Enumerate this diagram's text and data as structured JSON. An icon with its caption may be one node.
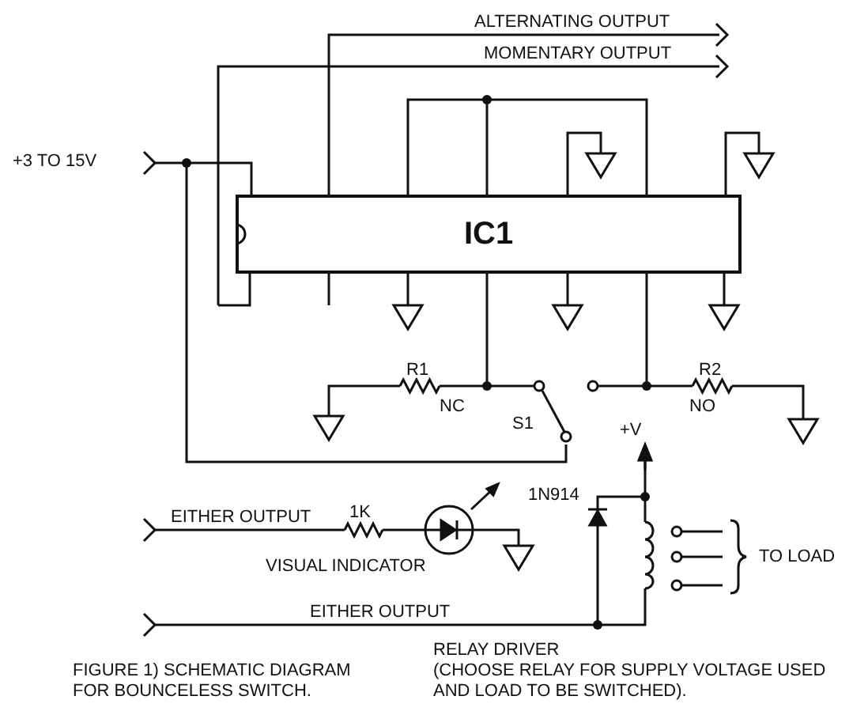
{
  "diagram": {
    "caption": "FIGURE 1) SCHEMATIC DIAGRAM FOR BOUNCELESS SWITCH.",
    "nodes": [
      {
        "text": [
          "IC1"
        ]
      }
    ],
    "edges": [],
    "labels": [
      "ALTERNATING OUTPUT",
      "MOMENTARY OUTPUT",
      "+3 TO 15V",
      "R1",
      "R2",
      "NC",
      "S1",
      "NO",
      "+V",
      "1N914",
      "EITHER OUTPUT",
      "1K",
      "TO LOAD",
      "VISUAL INDICATOR",
      "EITHER OUTPUT",
      "RELAY DRIVER",
      "(CHOOSE RELAY FOR SUPPLY VOLTAGE USED AND LOAD TO BE SWITCHED)."
    ]
  }
}
